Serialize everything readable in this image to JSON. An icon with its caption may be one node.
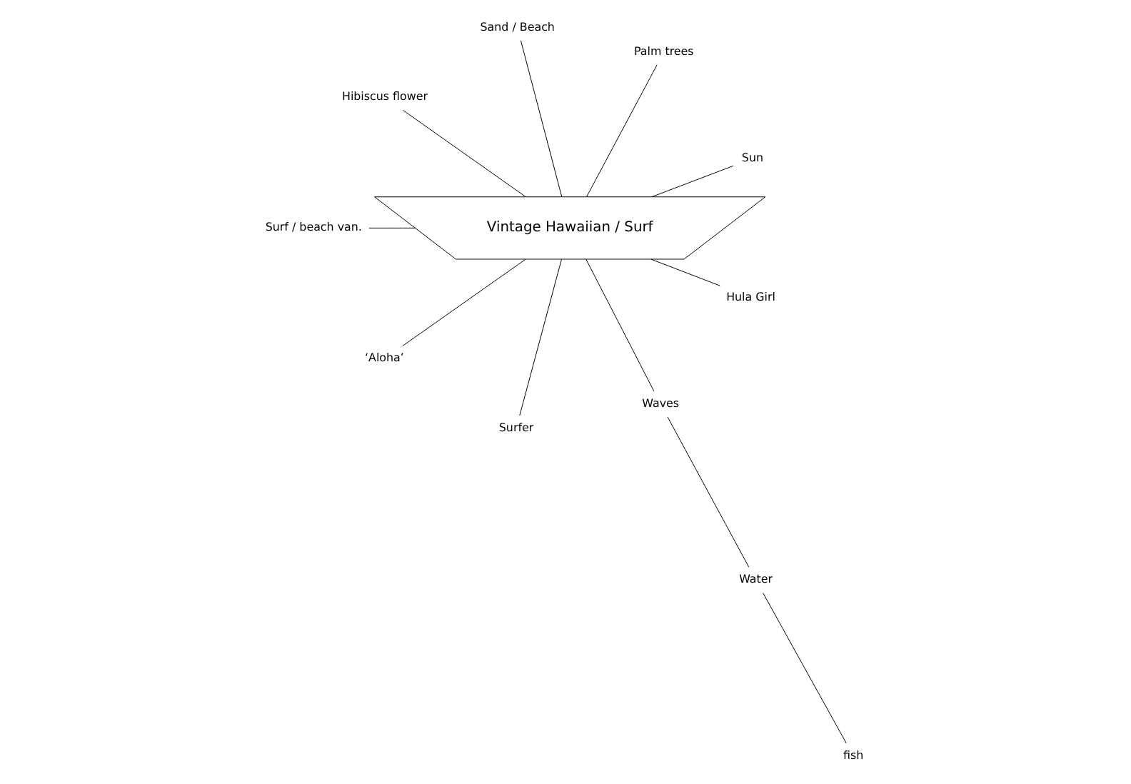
{
  "diagram": {
    "nodes": [
      {
        "text": [
          "Sun"
        ]
      },
      {
        "text": [
          "Palm trees"
        ]
      },
      {
        "text": [
          "Sand / Beach"
        ]
      },
      {
        "text": [
          "Hibiscus flower"
        ]
      },
      {
        "text": [
          "Vintage Hawaiian / Surf"
        ]
      },
      {
        "text": [
          "Surf / beach van."
        ]
      },
      {
        "text": [
          "‘Aloha’"
        ]
      },
      {
        "text": [
          "Surfer"
        ]
      },
      {
        "text": [
          "Waves"
        ]
      },
      {
        "text": [
          "Hula Girl"
        ]
      },
      {
        "text": [
          "Water"
        ]
      },
      {
        "text": [
          "fish"
        ]
      }
    ],
    "edges": [
      {
        "from": 4,
        "to": 0,
        "arrow": "none"
      },
      {
        "from": 4,
        "to": 1,
        "arrow": "none"
      },
      {
        "from": 4,
        "to": 2,
        "arrow": "none"
      },
      {
        "from": 4,
        "to": 3,
        "arrow": "none"
      },
      {
        "from": 4,
        "to": 5,
        "arrow": "none"
      },
      {
        "from": 4,
        "to": 6,
        "arrow": "none"
      },
      {
        "from": 4,
        "to": 7,
        "arrow": "none"
      },
      {
        "from": 4,
        "to": 8,
        "arrow": "none"
      },
      {
        "from": 4,
        "to": 9,
        "arrow": "none"
      },
      {
        "from": 8,
        "to": 10,
        "arrow": "none"
      },
      {
        "from": 10,
        "to": 11,
        "arrow": "none"
      }
    ]
  }
}
